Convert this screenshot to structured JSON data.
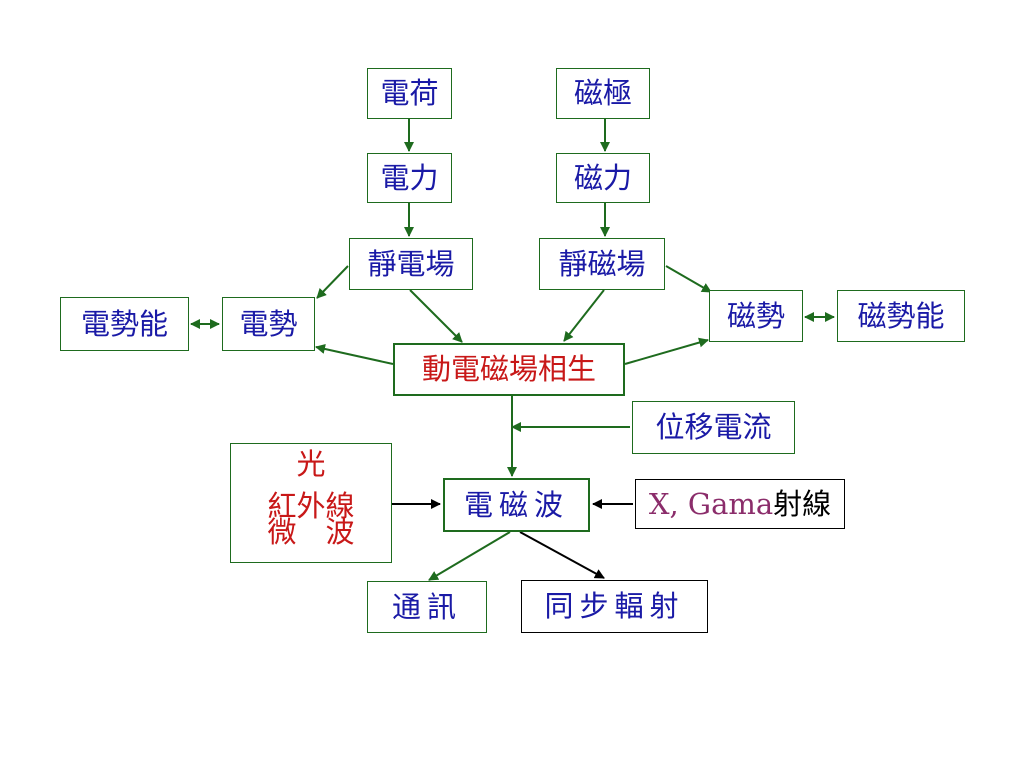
{
  "colors": {
    "node_text": "#1a1aa6",
    "highlight_text": "#c81818",
    "xray_text": "#8b2d6b",
    "box_border_green": "#1e6b1e",
    "box_border_black": "#000000",
    "arrow_green": "#1e6b1e",
    "arrow_black": "#000000"
  },
  "nodes": {
    "charge": "電荷",
    "magnetic_pole": "磁極",
    "electric_force": "電力",
    "magnetic_force": "磁力",
    "static_electric_field": "靜電場",
    "static_magnetic_field": "靜磁場",
    "electric_potential_energy": "電勢能",
    "electric_potential": "電勢",
    "magnetic_potential": "磁勢",
    "magnetic_potential_energy": "磁勢能",
    "dynamic_fields": "動電磁場相生",
    "displacement_current": "位移電流",
    "em_wave": "電磁波",
    "spectrum": {
      "line1": "光",
      "line2": "紅外線",
      "line3": "微　波"
    },
    "xray": {
      "part1": "X, Gama",
      "part2": "射線"
    },
    "communication": "通訊",
    "synchrotron": "同步輻射"
  }
}
